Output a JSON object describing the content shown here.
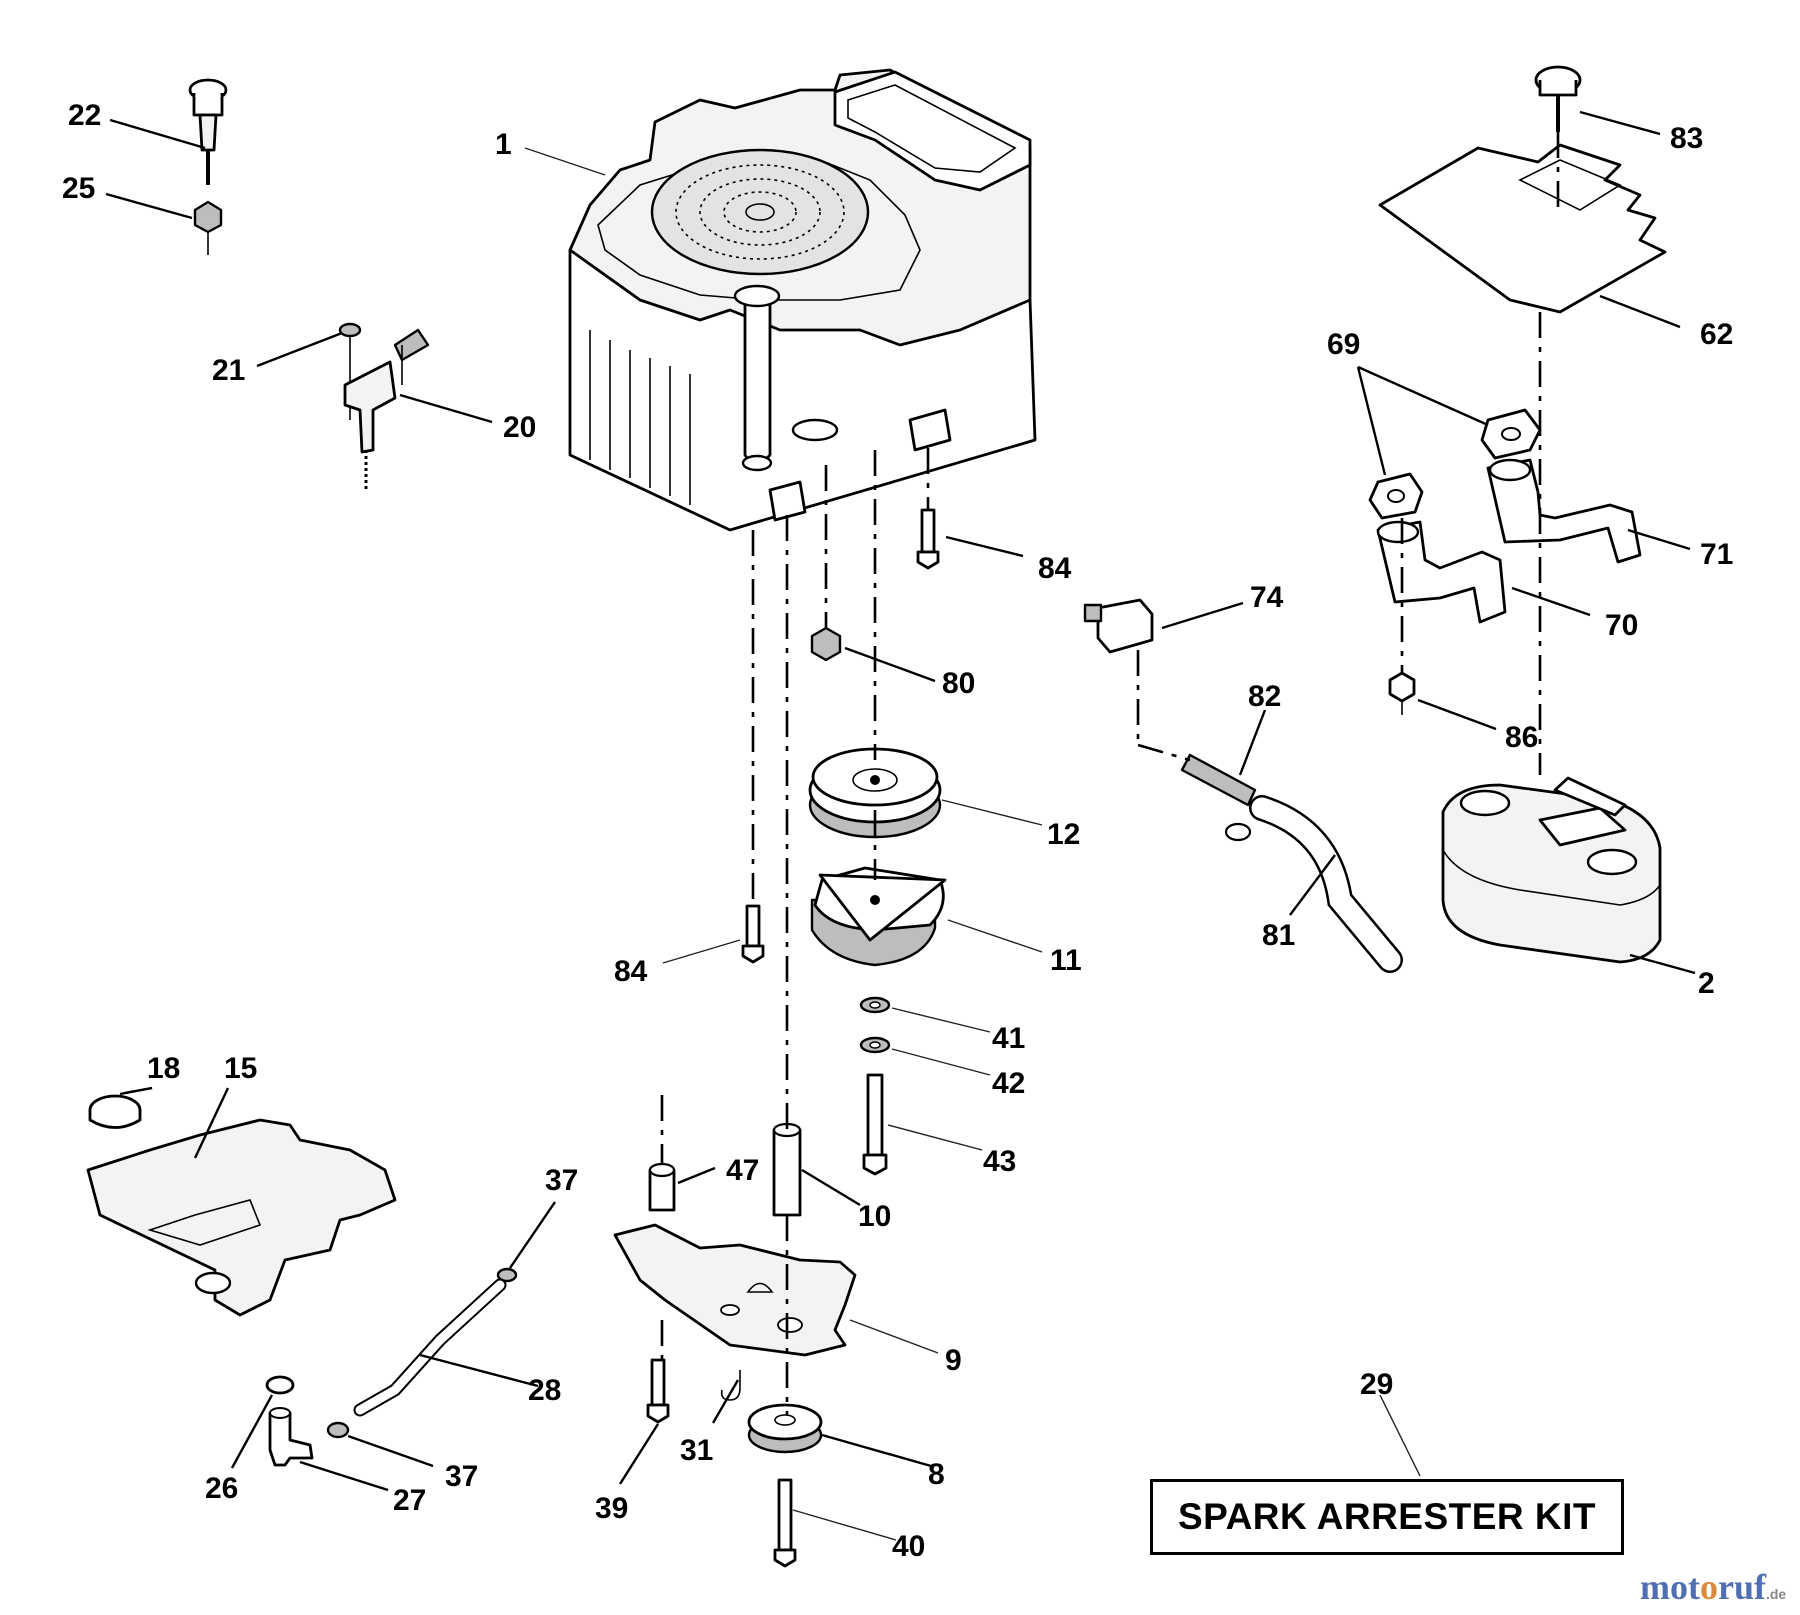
{
  "diagram": {
    "kit_label": "SPARK ARRESTER KIT",
    "watermark": {
      "part_a": "mot",
      "part_b": "o",
      "part_c": "ruf",
      "tld": ".de"
    },
    "callouts": [
      {
        "id": "c1",
        "text": "1"
      },
      {
        "id": "c22",
        "text": "22"
      },
      {
        "id": "c25",
        "text": "25"
      },
      {
        "id": "c21",
        "text": "21"
      },
      {
        "id": "c20",
        "text": "20"
      },
      {
        "id": "c83",
        "text": "83"
      },
      {
        "id": "c62",
        "text": "62"
      },
      {
        "id": "c69",
        "text": "69"
      },
      {
        "id": "c71",
        "text": "71"
      },
      {
        "id": "c70",
        "text": "70"
      },
      {
        "id": "c86",
        "text": "86"
      },
      {
        "id": "c84a",
        "text": "84"
      },
      {
        "id": "c74",
        "text": "74"
      },
      {
        "id": "c80",
        "text": "80"
      },
      {
        "id": "c82",
        "text": "82"
      },
      {
        "id": "c12",
        "text": "12"
      },
      {
        "id": "c11",
        "text": "11"
      },
      {
        "id": "c84b",
        "text": "84"
      },
      {
        "id": "c81",
        "text": "81"
      },
      {
        "id": "c2",
        "text": "2"
      },
      {
        "id": "c41",
        "text": "41"
      },
      {
        "id": "c42",
        "text": "42"
      },
      {
        "id": "c43",
        "text": "43"
      },
      {
        "id": "c18",
        "text": "18"
      },
      {
        "id": "c15",
        "text": "15"
      },
      {
        "id": "c37a",
        "text": "37"
      },
      {
        "id": "c47",
        "text": "47"
      },
      {
        "id": "c10",
        "text": "10"
      },
      {
        "id": "c9",
        "text": "9"
      },
      {
        "id": "c28",
        "text": "28"
      },
      {
        "id": "c29",
        "text": "29"
      },
      {
        "id": "c31",
        "text": "31"
      },
      {
        "id": "c8",
        "text": "8"
      },
      {
        "id": "c26",
        "text": "26"
      },
      {
        "id": "c37b",
        "text": "37"
      },
      {
        "id": "c27",
        "text": "27"
      },
      {
        "id": "c39",
        "text": "39"
      },
      {
        "id": "c40",
        "text": "40"
      }
    ]
  }
}
